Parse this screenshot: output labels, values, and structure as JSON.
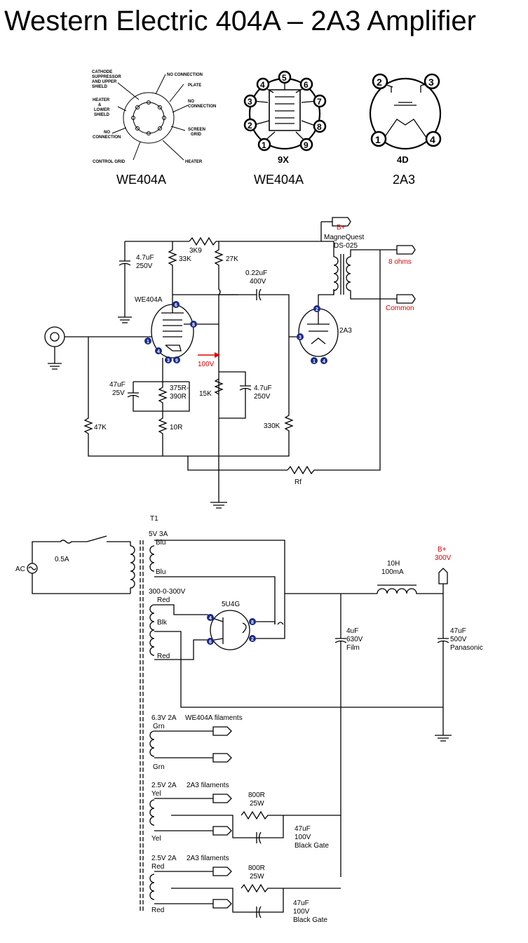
{
  "title": "Western Electric 404A – 2A3 Amplifier",
  "colors": {
    "accent_red": "#e00000",
    "pin_blue": "#1a2a8a"
  },
  "basing": {
    "we404a_detail": {
      "caption": "WE404A",
      "labels": {
        "cathode": "CATHODE SUPPRESSOR AND UPPER SHIELD",
        "no_conn_top": "NO CONNECTION",
        "plate": "PLATE",
        "no_conn_right": "NO CONNECTION",
        "heater_lower": "HEATER & LOWER SHIELD",
        "screen": "SCREEN GRID",
        "no_conn_left": "NO CONNECTION",
        "control_grid": "CONTROL GRID",
        "heater": "HEATER"
      }
    },
    "we404a_9x": {
      "code": "9X",
      "caption": "WE404A",
      "pins": [
        "1",
        "2",
        "3",
        "4",
        "5",
        "6",
        "7",
        "8",
        "9"
      ]
    },
    "tube_2a3": {
      "code": "4D",
      "caption": "2A3",
      "pins": [
        "1",
        "2",
        "3",
        "4"
      ]
    }
  },
  "amp": {
    "input_tube_label": "WE404A",
    "output_tube_label": "2A3",
    "b_plus_label": "B+",
    "transformer": [
      "MagneQuest",
      "DS-025"
    ],
    "out_8": "8 ohms",
    "out_common": "Common",
    "c_decouple": [
      "4.7uF",
      "250V"
    ],
    "r_3k9": "3K9",
    "r_33k": "33K",
    "r_27k": "27K",
    "c_coupling": [
      "0.22uF",
      "400V"
    ],
    "voltage_100": "100V",
    "c_47": [
      "47uF",
      "25V"
    ],
    "r_375": [
      "375R-",
      "390R"
    ],
    "r_15k": "15K",
    "c_screen": [
      "4.7uF",
      "250V"
    ],
    "r_47k": "47K",
    "r_10r": "10R",
    "r_330k": "330K",
    "rf": "Rf",
    "pins_input": {
      "p1": "1",
      "p3": "3",
      "p4": "4",
      "p6": "6",
      "p8": "8",
      "p9": "9"
    },
    "pins_output": {
      "p1": "1",
      "p2": "2",
      "p3": "3",
      "p4": "4"
    }
  },
  "psu": {
    "t1": "T1",
    "ac": "AC",
    "fuse": "0.5A",
    "w5v": "5V 3A",
    "blu1": "Blu",
    "blu2": "Blu",
    "hv": "300-0-300V",
    "red1": "Red",
    "blk": "Blk",
    "red2": "Red",
    "rect": "5U4G",
    "rect_pins": {
      "p2": "2",
      "p4": "4",
      "p6": "6",
      "p8": "8"
    },
    "choke": [
      "10H",
      "100mA"
    ],
    "b_plus": [
      "B+",
      "300V"
    ],
    "c_film": [
      "4uF",
      "630V",
      "Film"
    ],
    "c_pana": [
      "47uF",
      "500V",
      "Panasonic"
    ],
    "fil1": [
      "6.3V 2A",
      "WE404A filaments"
    ],
    "grn1": "Grn",
    "grn2": "Grn",
    "fil2": [
      "2.5V 2A",
      "2A3 filaments"
    ],
    "yel1": "Yel",
    "yel2": "Yel",
    "r800a": [
      "800R",
      "25W"
    ],
    "cbg_a": [
      "47uF",
      "100V",
      "Black Gate"
    ],
    "fil3": [
      "2.5V 2A",
      "2A3 filaments"
    ],
    "red3": "Red",
    "red4": "Red",
    "r800b": [
      "800R",
      "25W"
    ],
    "cbg_b": [
      "47uF",
      "100V",
      "Black Gate"
    ]
  }
}
